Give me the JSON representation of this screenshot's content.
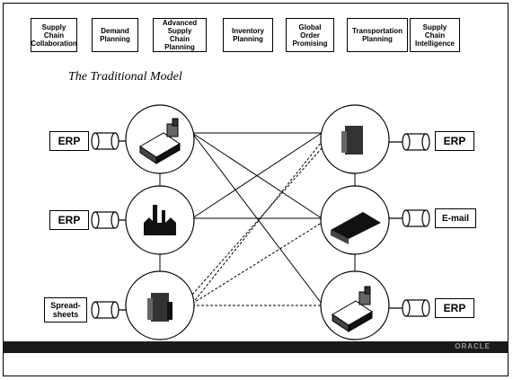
{
  "tabs": [
    {
      "label": "Supply\nChain\nCollaboration",
      "italic_line": true
    },
    {
      "label": "Demand\nPlanning",
      "italic_line": false
    },
    {
      "label": "Advanced\nSupply\nChain Planning",
      "italic_line": true
    },
    {
      "label": "Inventory\nPlanning",
      "italic_line": false
    },
    {
      "label": "Global\nOrder\nPromising",
      "italic_line": true
    },
    {
      "label": "Transportation\nPlanning",
      "italic_line": false
    },
    {
      "label": "Supply\nChain\nIntelligence",
      "italic_line": true
    }
  ],
  "title": "The Traditional Model",
  "left_systems": [
    "ERP",
    "ERP",
    "Spread-\nsheets"
  ],
  "right_systems": [
    "ERP",
    "E-mail",
    "ERP"
  ],
  "left_nodes": [
    "warehouse-icon",
    "factory-icon",
    "building-icon"
  ],
  "right_nodes": [
    "building-icon",
    "factory-icon",
    "warehouse-icon"
  ],
  "footer": {
    "brand": "ORACLE"
  }
}
